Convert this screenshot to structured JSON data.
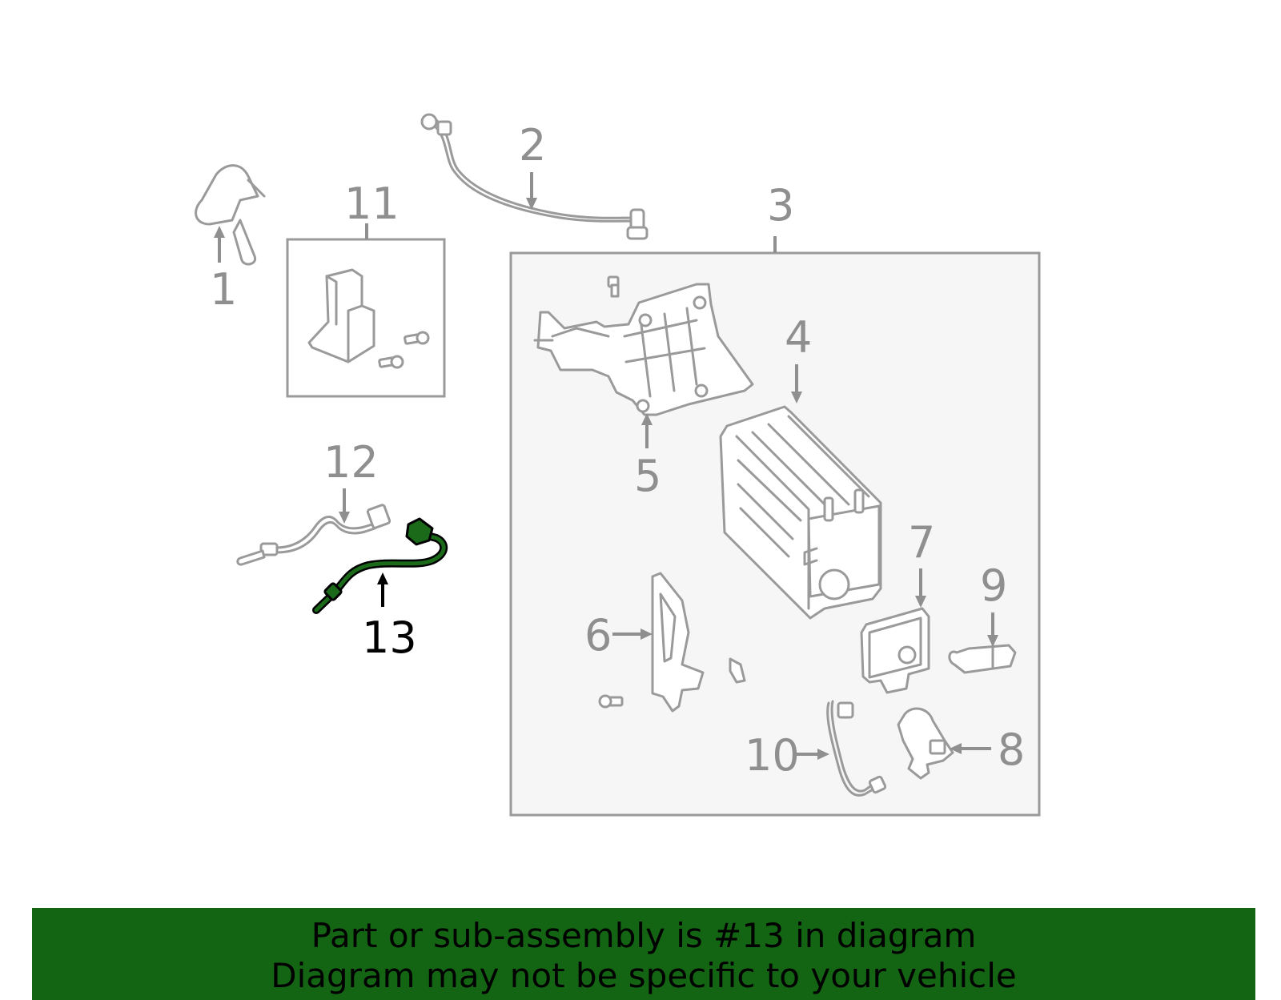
{
  "callouts": {
    "c1": "1",
    "c2": "2",
    "c3": "3",
    "c4": "4",
    "c5": "5",
    "c6": "6",
    "c7": "7",
    "c8": "8",
    "c9": "9",
    "c10": "10",
    "c11": "11",
    "c12": "12",
    "c13": "13"
  },
  "highlighted_part": "13",
  "banner": {
    "line1": "Part or sub-assembly is #13 in diagram",
    "line2": "Diagram may not be specific to your vehicle"
  },
  "colors": {
    "banner_bg": "#136413",
    "highlight": "#1a6a1a",
    "line_gray": "#9a9a9a",
    "box_bg": "#f6f6f6"
  }
}
